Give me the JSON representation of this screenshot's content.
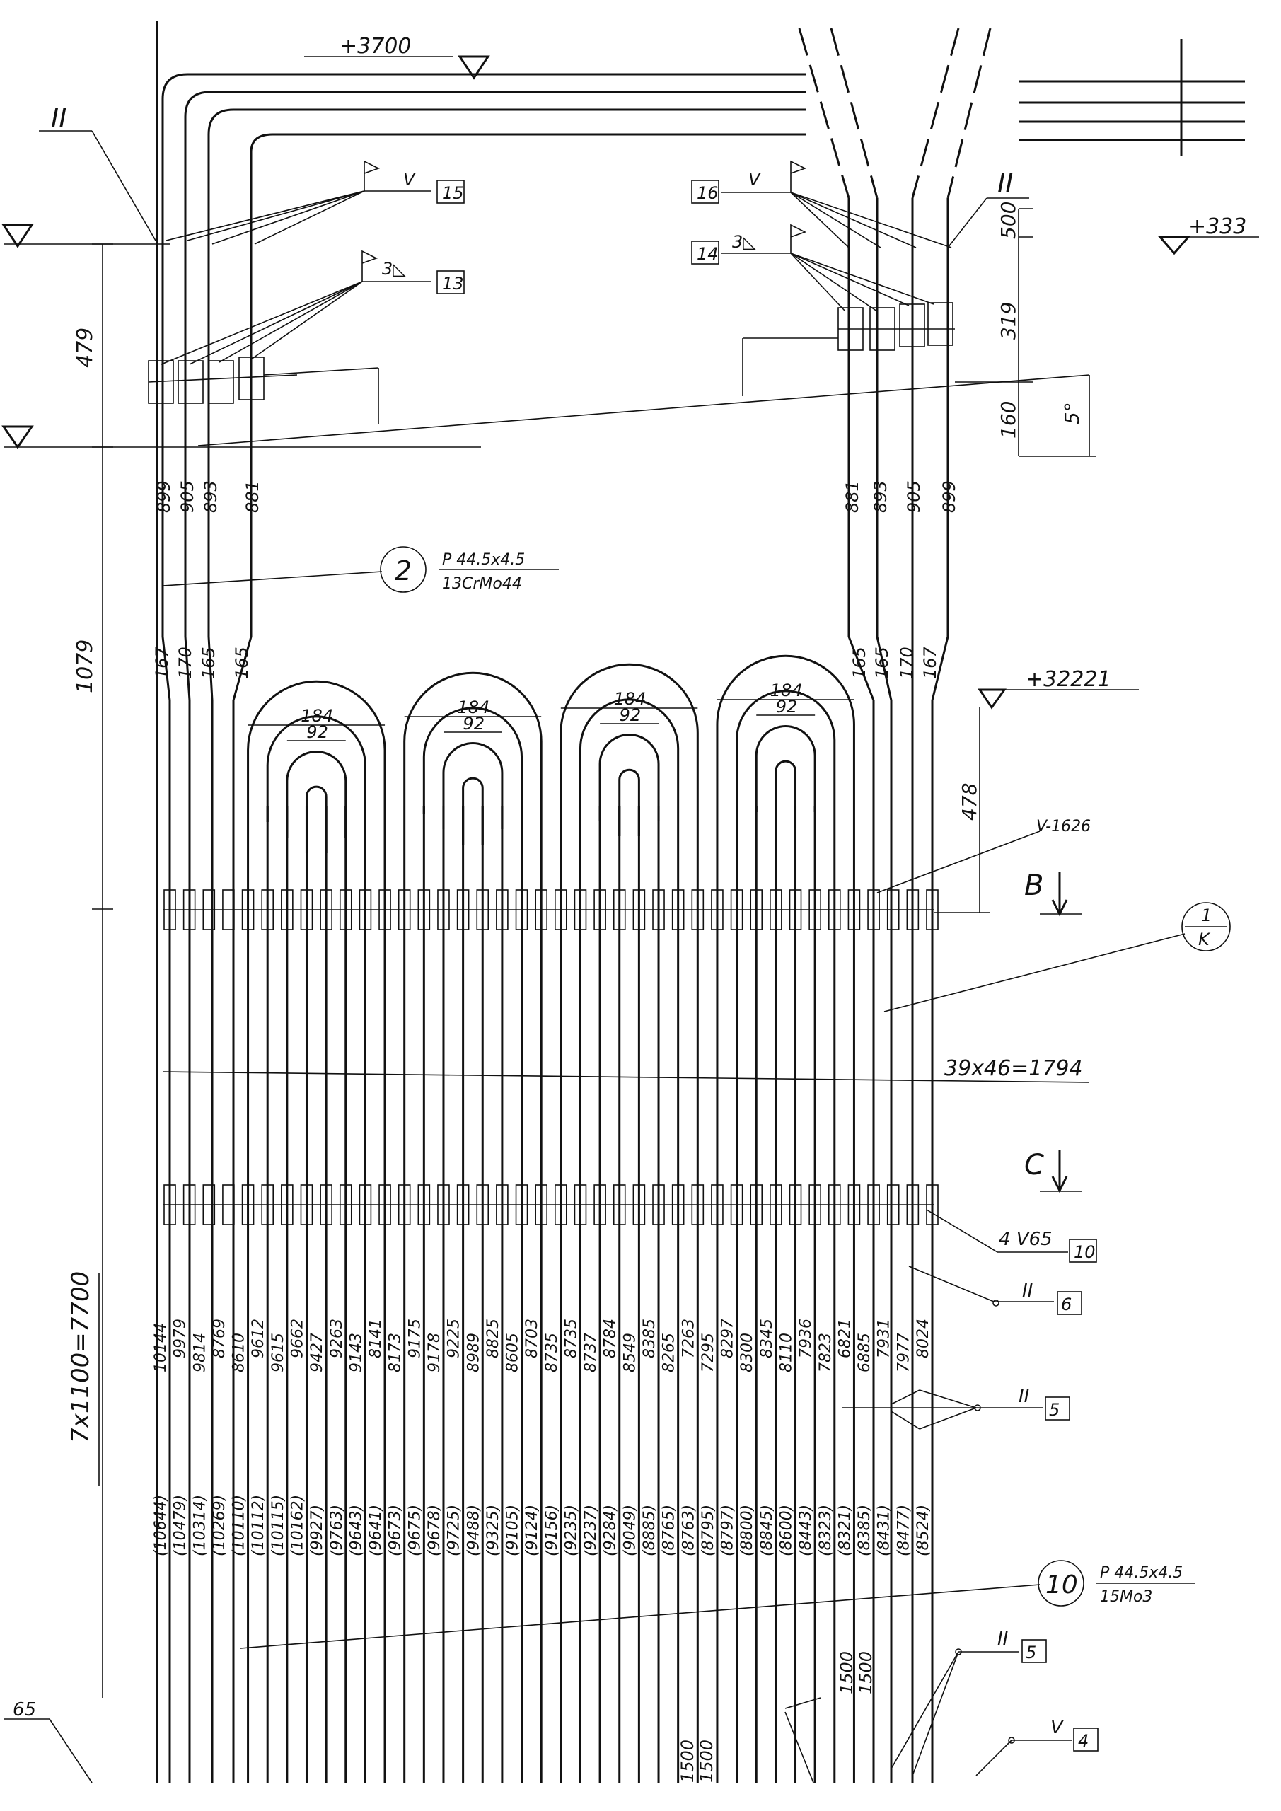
{
  "elevations": {
    "top": "+3700",
    "right_top": "+333",
    "bends_top": "+32221"
  },
  "section_marks": {
    "left": "II",
    "right": "II"
  },
  "dimensions": {
    "d479": "479",
    "d1079": "1079",
    "d500": "500",
    "d319": "319",
    "d160": "160",
    "angle": "5°",
    "d478": "478",
    "pitch": "39x46=1794",
    "rows": "7x1100=7700",
    "left_offsets": [
      "899",
      "905",
      "893",
      "881"
    ],
    "right_offsets": [
      "881",
      "893",
      "905",
      "899"
    ],
    "left_small": [
      "167",
      "170",
      "165",
      "165"
    ],
    "right_small": [
      "165",
      "165",
      "170",
      "167"
    ],
    "bend_outer": "184",
    "bend_inner": "92",
    "bottom_lengths": [
      "1500",
      "1500",
      "1500",
      "1500"
    ]
  },
  "weld_marks": {
    "m15": {
      "symbol": "V",
      "num": "15"
    },
    "m13": {
      "symbol": "3◺",
      "num": "13"
    },
    "m16": {
      "symbol": "V",
      "num": "16"
    },
    "m14": {
      "symbol": "3◺",
      "num": "14"
    },
    "m10": {
      "symbol": "4 V65",
      "num": "10"
    },
    "m6": {
      "symbol": "II",
      "num": "6"
    },
    "m5a": {
      "symbol": "II",
      "num": "5"
    },
    "m5b": {
      "symbol": "II",
      "num": "5"
    },
    "m4": {
      "symbol": "V",
      "num": "4"
    },
    "m65": "65"
  },
  "callouts": {
    "c2": {
      "num": "2",
      "spec": "P 44.5x4.5",
      "material": "13CrMo44"
    },
    "c10": {
      "num": "10",
      "spec": "P 44.5x4.5",
      "material": "15Mo3"
    },
    "c1k": {
      "top": "1",
      "bottom": "K"
    },
    "view_b": "B",
    "view_c": "C",
    "note": "V-1626"
  },
  "tube_lengths": {
    "upper": [
      "10144",
      "9979",
      "9814",
      "8769",
      "8610",
      "9612",
      "9615",
      "9662",
      "9427",
      "9263",
      "9143",
      "8141",
      "8173",
      "9175",
      "9178",
      "9225",
      "8989",
      "8825",
      "8605",
      "8703",
      "8735",
      "8735",
      "8737",
      "8784",
      "8549",
      "8385",
      "8265",
      "7263",
      "7295",
      "8297",
      "8300",
      "8345",
      "8110",
      "7936",
      "7823",
      "6821",
      "6885",
      "7931",
      "7977",
      "8024"
    ],
    "lower": [
      "(10644)",
      "(10479)",
      "(10314)",
      "(10269)",
      "(10110)",
      "(10112)",
      "(10115)",
      "(10162)",
      "(9927)",
      "(9763)",
      "(9643)",
      "(9641)",
      "(9673)",
      "(9675)",
      "(9678)",
      "(9725)",
      "(9488)",
      "(9325)",
      "(9105)",
      "(9124)",
      "(9156)",
      "(9235)",
      "(9237)",
      "(9284)",
      "(9049)",
      "(8885)",
      "(8765)",
      "(8763)",
      "(8795)",
      "(8797)",
      "(8800)",
      "(8845)",
      "(8600)",
      "(8443)",
      "(8323)",
      "(8321)",
      "(8385)",
      "(8431)",
      "(8477)",
      "(8524)"
    ]
  }
}
